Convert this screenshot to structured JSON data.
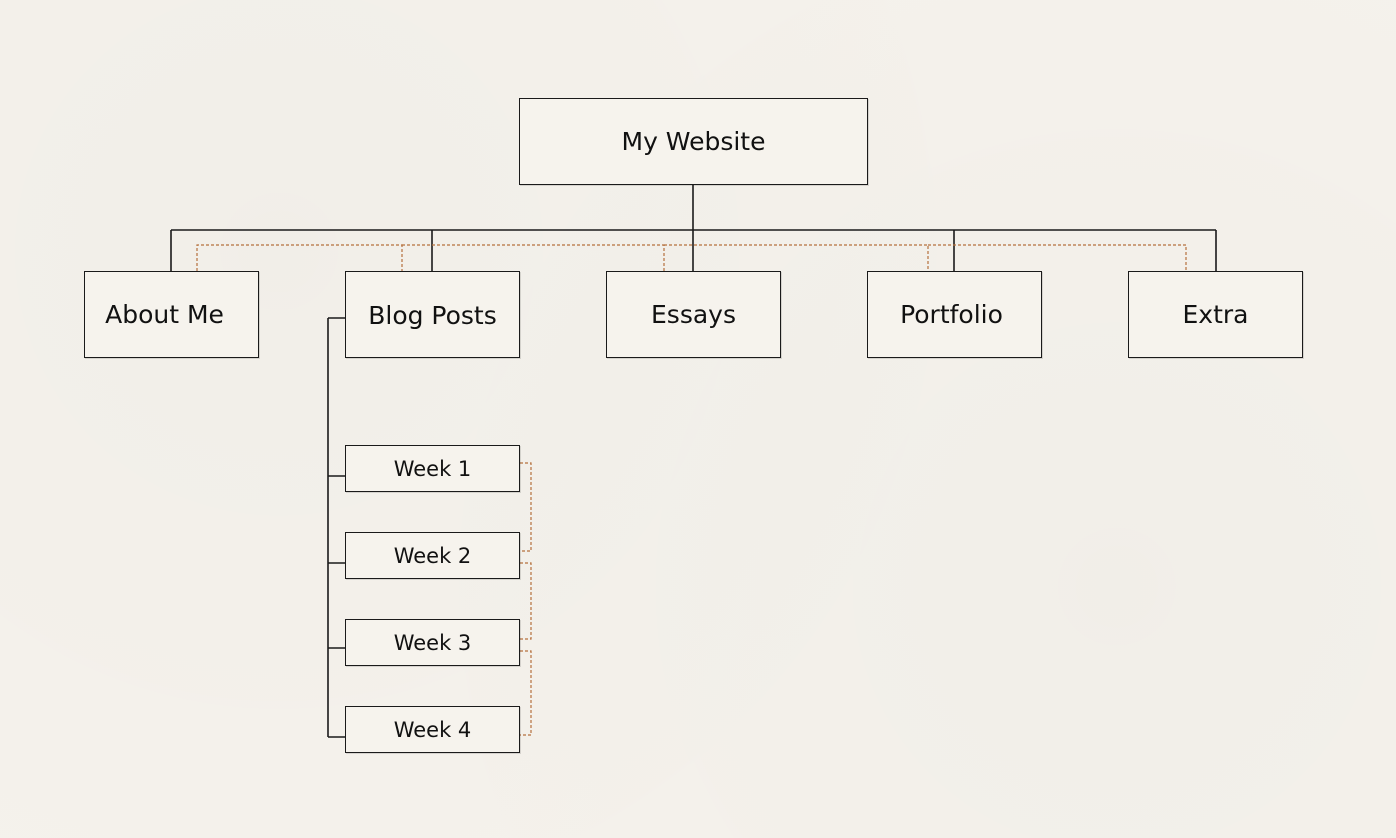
{
  "sitemap": {
    "root": {
      "label": "My Website"
    },
    "sections": [
      {
        "label": "About Me"
      },
      {
        "label": "Blog Posts"
      },
      {
        "label": "Essays"
      },
      {
        "label": "Portfolio"
      },
      {
        "label": "Extra"
      }
    ],
    "blog_children": [
      {
        "label": "Week 1"
      },
      {
        "label": "Week 2"
      },
      {
        "label": "Week 3"
      },
      {
        "label": "Week 4"
      }
    ]
  },
  "colors": {
    "connector": "#1a1a1a",
    "dashed_link": "#b5703d",
    "background": "#f5f2ec"
  }
}
